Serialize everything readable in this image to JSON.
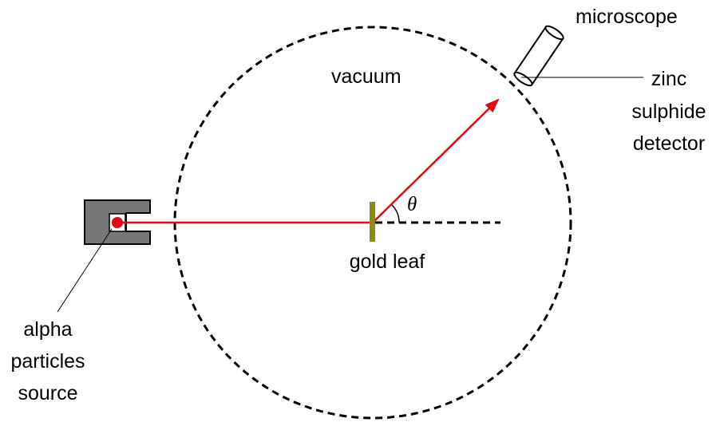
{
  "labels": {
    "vacuum": "vacuum",
    "microscope": "microscope",
    "detector_line1": "zinc",
    "detector_line2": "sulphide",
    "detector_line3": "detector",
    "gold_leaf": "gold leaf",
    "angle": "θ",
    "source_line1": "alpha",
    "source_line2": "particles",
    "source_line3": "source"
  },
  "colors": {
    "beam": "#e30613",
    "source_housing": "#777777",
    "gold_leaf": "#8c8c10",
    "outline": "#000000",
    "background": "#ffffff"
  }
}
